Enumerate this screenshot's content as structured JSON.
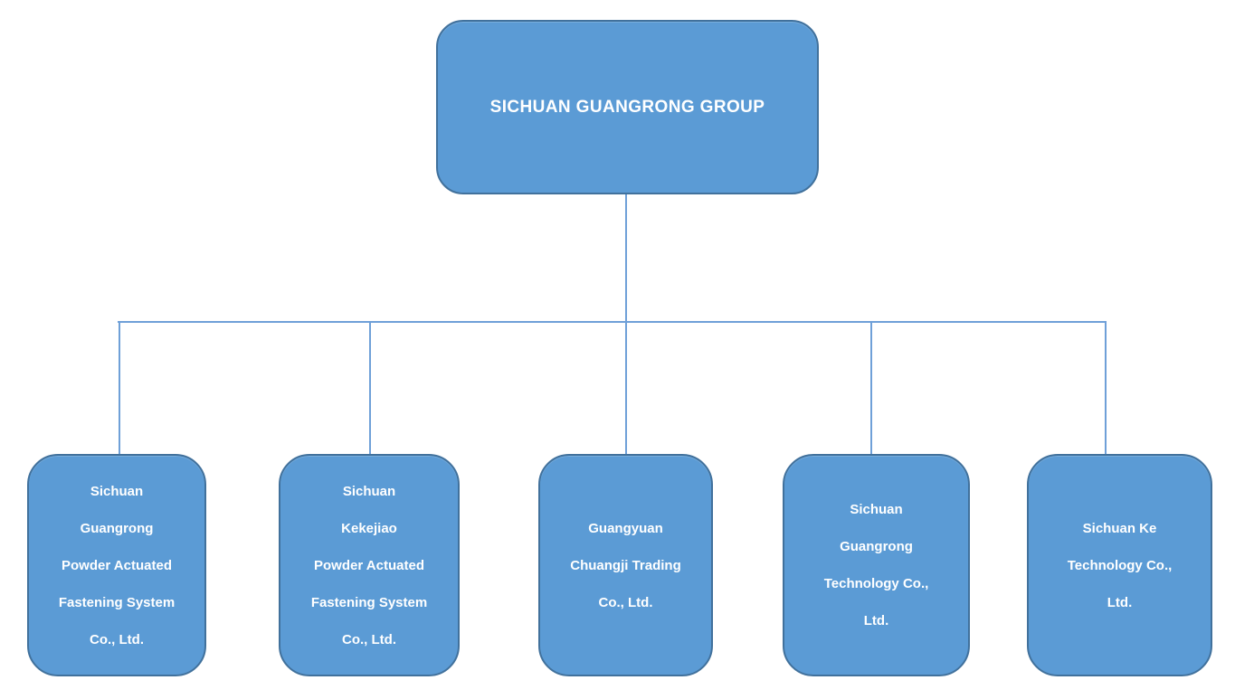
{
  "title": "Sichuan Guangrong Group organization chart",
  "colors": {
    "node_fill": "#5B9BD5",
    "node_border": "#41719C",
    "connector": "#6FA0D8",
    "text": "#FFFFFF",
    "background": "#FFFFFF"
  },
  "root": {
    "label": "SICHUAN GUANGRONG GROUP"
  },
  "children": [
    {
      "label": "Sichuan Guangrong Powder Actuated Fastening System Co., Ltd.",
      "lines": [
        "Sichuan",
        "Guangrong",
        "Powder Actuated",
        "Fastening System",
        "Co., Ltd."
      ]
    },
    {
      "label": "Sichuan Kekejiao Powder Actuated Fastening System Co., Ltd.",
      "lines": [
        "Sichuan",
        "Kekejiao",
        "Powder Actuated",
        "Fastening System",
        "Co., Ltd."
      ]
    },
    {
      "label": "Guangyuan Chuangji Trading Co., Ltd.",
      "lines": [
        "Guangyuan",
        "Chuangji Trading",
        "Co., Ltd."
      ]
    },
    {
      "label": "Sichuan Guangrong Technology Co., Ltd.",
      "lines": [
        "Sichuan",
        "Guangrong",
        "Technology Co.,",
        "Ltd."
      ]
    },
    {
      "label": "Sichuan Ke Technology Co., Ltd.",
      "lines": [
        "Sichuan Ke",
        "Technology Co.,",
        "Ltd."
      ]
    }
  ]
}
